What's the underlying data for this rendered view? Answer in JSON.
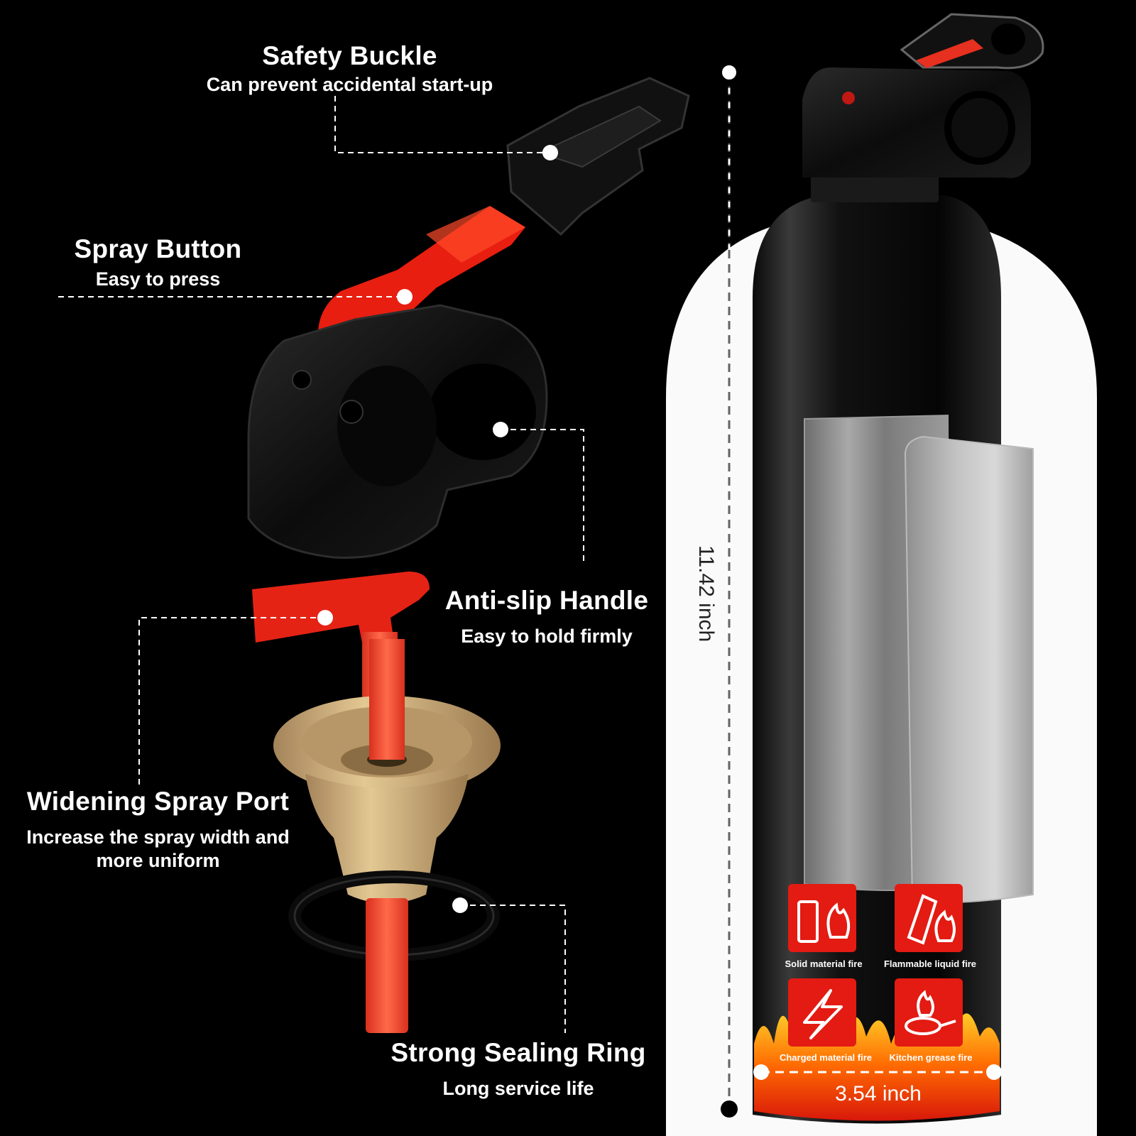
{
  "callouts": {
    "safety_buckle": {
      "title": "Safety Buckle",
      "subtitle": "Can prevent accidental start-up"
    },
    "spray_button": {
      "title": "Spray Button",
      "subtitle": "Easy to press"
    },
    "anti_slip_handle": {
      "title": "Anti-slip Handle",
      "subtitle": "Easy to hold firmly"
    },
    "widening_spray_port": {
      "title": "Widening Spray Port",
      "subtitle_line1": "Increase the spray width and",
      "subtitle_line2": "more uniform"
    },
    "strong_sealing_ring": {
      "title": "Strong Sealing Ring",
      "subtitle": "Long service life"
    }
  },
  "dimensions": {
    "height": "11.42 inch",
    "width": "3.54 inch"
  },
  "fire_classes": [
    {
      "label": "Solid  material fire",
      "icon": "solid-material-fire-icon"
    },
    {
      "label": "Flammable liquid fire",
      "icon": "flammable-liquid-fire-icon"
    },
    {
      "label": "Charged material fire",
      "icon": "charged-material-fire-icon"
    },
    {
      "label": "Kitchen grease fire",
      "icon": "kitchen-grease-fire-icon"
    }
  ],
  "colors": {
    "accent_red": "#e31b13",
    "brass": "#c9a86e",
    "background": "#000000"
  }
}
